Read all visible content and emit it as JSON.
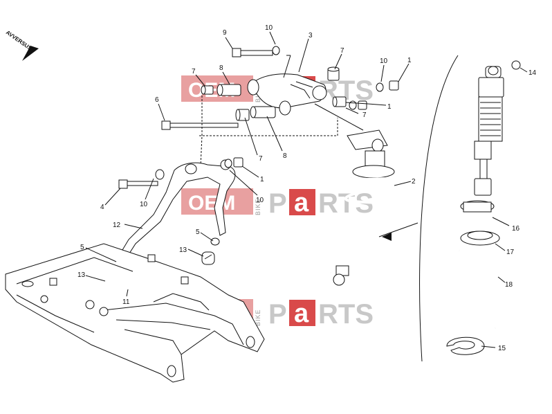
{
  "direction_label": "AVVERSUS",
  "watermark": {
    "oem": "OEM",
    "bike": "BIKE",
    "p": "P",
    "a": "a",
    "rts": "RTS",
    "colors": {
      "red_box": "#e8a0a0",
      "a_box": "#d94a4a",
      "grey_text": "#c8c8c8"
    }
  },
  "callouts": [
    {
      "id": "c9",
      "label": "9"
    },
    {
      "id": "c10a",
      "label": "10"
    },
    {
      "id": "c3",
      "label": "3"
    },
    {
      "id": "c7a",
      "label": "7"
    },
    {
      "id": "c10b",
      "label": "10"
    },
    {
      "id": "c1a",
      "label": "1"
    },
    {
      "id": "c7b",
      "label": "7"
    },
    {
      "id": "c8a",
      "label": "8"
    },
    {
      "id": "c1b",
      "label": "1"
    },
    {
      "id": "c7c",
      "label": "7"
    },
    {
      "id": "c6",
      "label": "6"
    },
    {
      "id": "c7d",
      "label": "7"
    },
    {
      "id": "c8b",
      "label": "8"
    },
    {
      "id": "c1c",
      "label": "1"
    },
    {
      "id": "c10c",
      "label": "10"
    },
    {
      "id": "c4",
      "label": "4"
    },
    {
      "id": "c10d",
      "label": "10"
    },
    {
      "id": "c12",
      "label": "12"
    },
    {
      "id": "c5a",
      "label": "5"
    },
    {
      "id": "c13a",
      "label": "13"
    },
    {
      "id": "c5b",
      "label": "5"
    },
    {
      "id": "c13b",
      "label": "13"
    },
    {
      "id": "c11",
      "label": "11"
    },
    {
      "id": "c2",
      "label": "2"
    },
    {
      "id": "c14",
      "label": "14"
    },
    {
      "id": "c16",
      "label": "16"
    },
    {
      "id": "c17",
      "label": "17"
    },
    {
      "id": "c18",
      "label": "18"
    },
    {
      "id": "c15",
      "label": "15"
    }
  ]
}
